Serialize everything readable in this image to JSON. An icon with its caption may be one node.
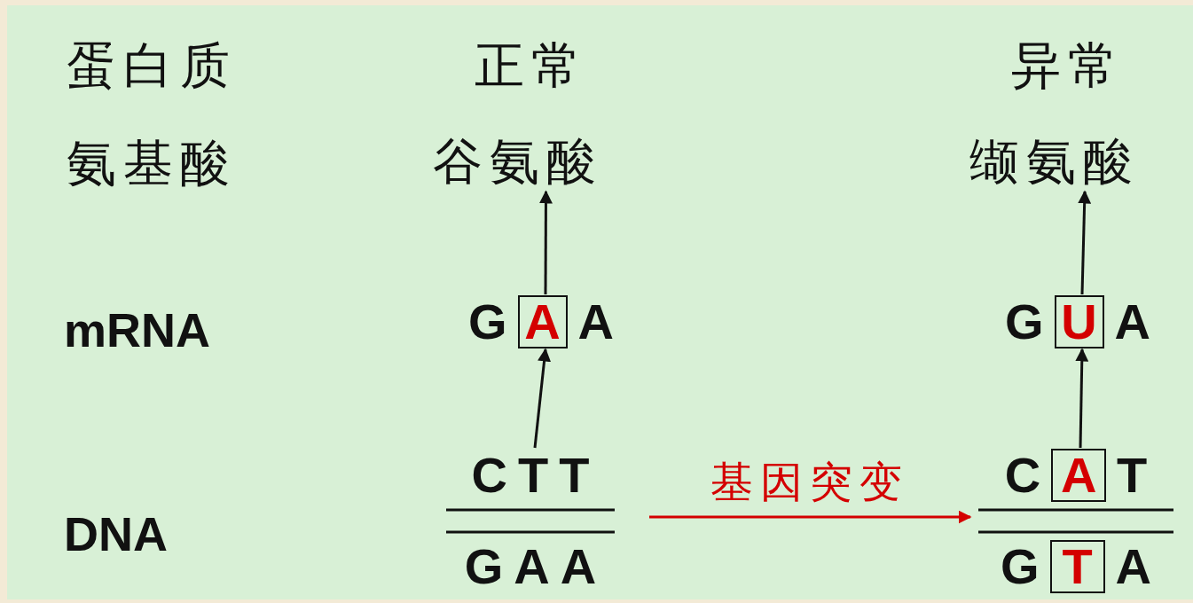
{
  "diagram": {
    "nodes": [
      {
        "text": [
          "谷氨酸"
        ]
      },
      {
        "text": [
          "G",
          "A",
          "A"
        ]
      },
      {
        "text": [
          "C",
          "T",
          "T",
          "G",
          "A",
          "A"
        ]
      },
      {
        "text": [
          "缬氨酸"
        ]
      },
      {
        "text": [
          "G",
          "U",
          "A"
        ]
      },
      {
        "text": [
          "C",
          "A",
          "T",
          "G",
          "T",
          "A"
        ]
      }
    ],
    "edges": [
      {
        "from": 1,
        "to": 0,
        "arrow": "to"
      },
      {
        "from": 2,
        "to": 1,
        "arrow": "to"
      },
      {
        "from": 2,
        "to": 5,
        "arrow": "to",
        "label": "基因突变",
        "color": "#d40000"
      },
      {
        "from": 4,
        "to": 3,
        "arrow": "to"
      },
      {
        "from": 5,
        "to": 4,
        "arrow": "to"
      }
    ],
    "labels": [
      "蛋白质",
      "正常",
      "异常",
      "氨基酸",
      "mRNA",
      "DNA"
    ]
  }
}
